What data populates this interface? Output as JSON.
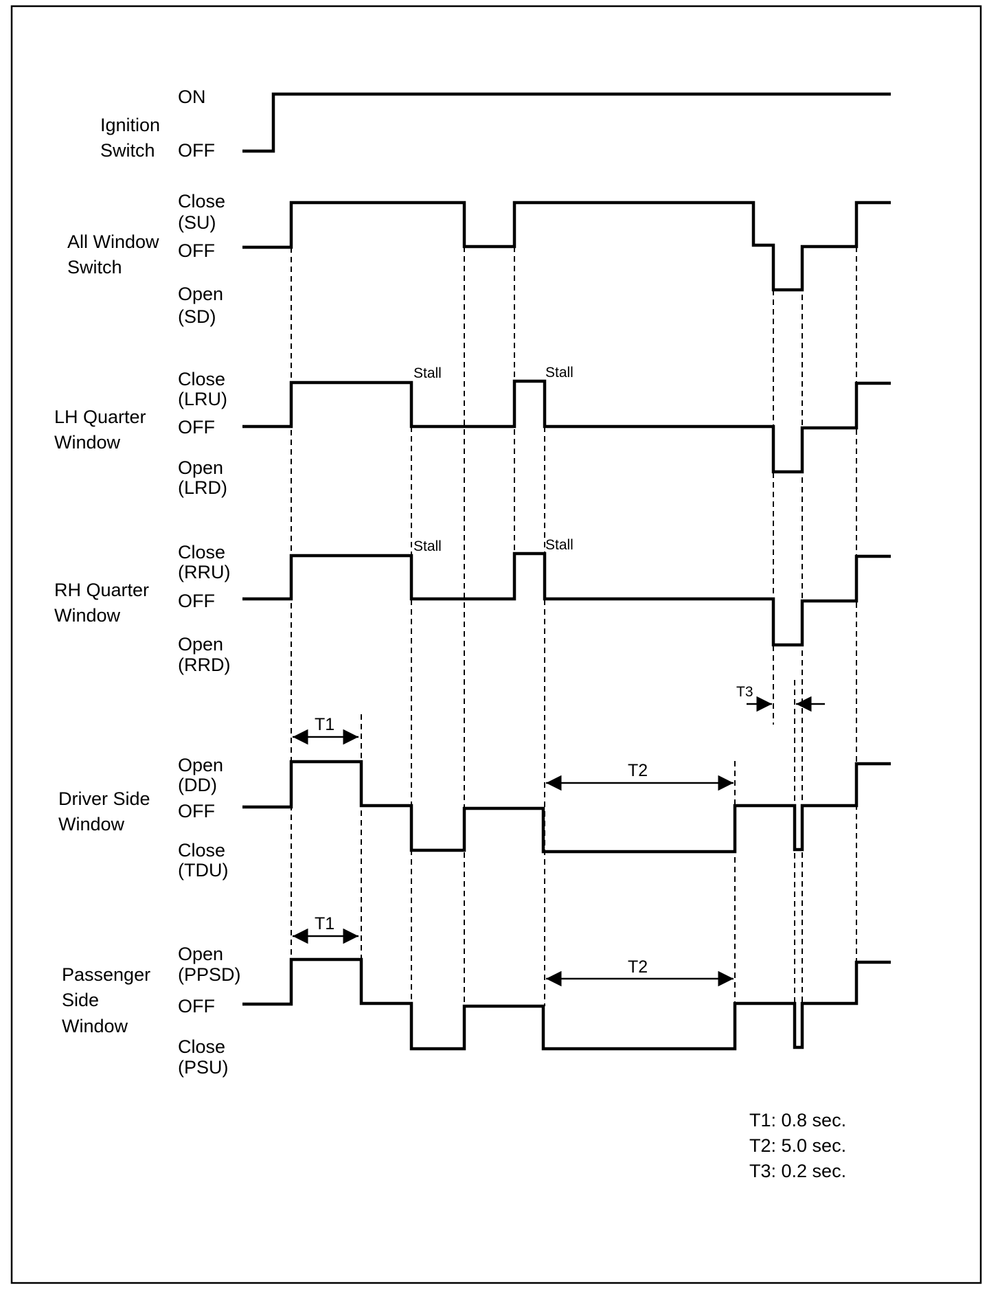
{
  "signals": [
    {
      "id": "ignition",
      "name_lines": [
        "Ignition",
        "Switch"
      ],
      "levels": {
        "high": "ON",
        "mid": "OFF"
      },
      "level_labels": [
        {
          "key": "high",
          "lines": [
            "ON"
          ]
        },
        {
          "key": "mid",
          "lines": [
            "OFF"
          ]
        }
      ]
    },
    {
      "id": "all-window",
      "name_lines": [
        "All Window",
        "Switch"
      ],
      "level_labels": [
        {
          "key": "high",
          "lines": [
            "Close",
            "(SU)"
          ]
        },
        {
          "key": "mid",
          "lines": [
            "OFF"
          ]
        },
        {
          "key": "low",
          "lines": [
            "Open",
            "(SD)"
          ]
        }
      ]
    },
    {
      "id": "lh-quarter",
      "name_lines": [
        "LH Quarter",
        "Window"
      ],
      "level_labels": [
        {
          "key": "high",
          "lines": [
            "Close",
            "(LRU)"
          ]
        },
        {
          "key": "mid",
          "lines": [
            "OFF"
          ]
        },
        {
          "key": "low",
          "lines": [
            "Open",
            "(LRD)"
          ]
        }
      ],
      "annotations": [
        "Stall",
        "Stall"
      ]
    },
    {
      "id": "rh-quarter",
      "name_lines": [
        "RH Quarter",
        "Window"
      ],
      "level_labels": [
        {
          "key": "high",
          "lines": [
            "Close",
            "(RRU)"
          ]
        },
        {
          "key": "mid",
          "lines": [
            "OFF"
          ]
        },
        {
          "key": "low",
          "lines": [
            "Open",
            "(RRD)"
          ]
        }
      ],
      "annotations": [
        "Stall",
        "Stall"
      ]
    },
    {
      "id": "driver-side",
      "name_lines": [
        "Driver Side",
        "Window"
      ],
      "level_labels": [
        {
          "key": "high",
          "lines": [
            "Open",
            "(DD)"
          ]
        },
        {
          "key": "mid",
          "lines": [
            "OFF"
          ]
        },
        {
          "key": "low",
          "lines": [
            "Close",
            "(TDU)"
          ]
        }
      ],
      "intervals": [
        "T1",
        "T2"
      ]
    },
    {
      "id": "passenger-side",
      "name_lines": [
        "Passenger",
        "Side",
        "Window"
      ],
      "level_labels": [
        {
          "key": "high",
          "lines": [
            "Open",
            "(PPSD)"
          ]
        },
        {
          "key": "mid",
          "lines": [
            "OFF"
          ]
        },
        {
          "key": "low",
          "lines": [
            "Close",
            "(PSU)"
          ]
        }
      ],
      "intervals": [
        "T1",
        "T2"
      ]
    }
  ],
  "interval_labels": {
    "t1": "T1",
    "t2": "T2",
    "t3": "T3",
    "stall": "Stall"
  },
  "legend": [
    {
      "label": "T1: 0.8 sec."
    },
    {
      "label": "T2: 5.0 sec."
    },
    {
      "label": "T3: 0.2 sec."
    }
  ]
}
